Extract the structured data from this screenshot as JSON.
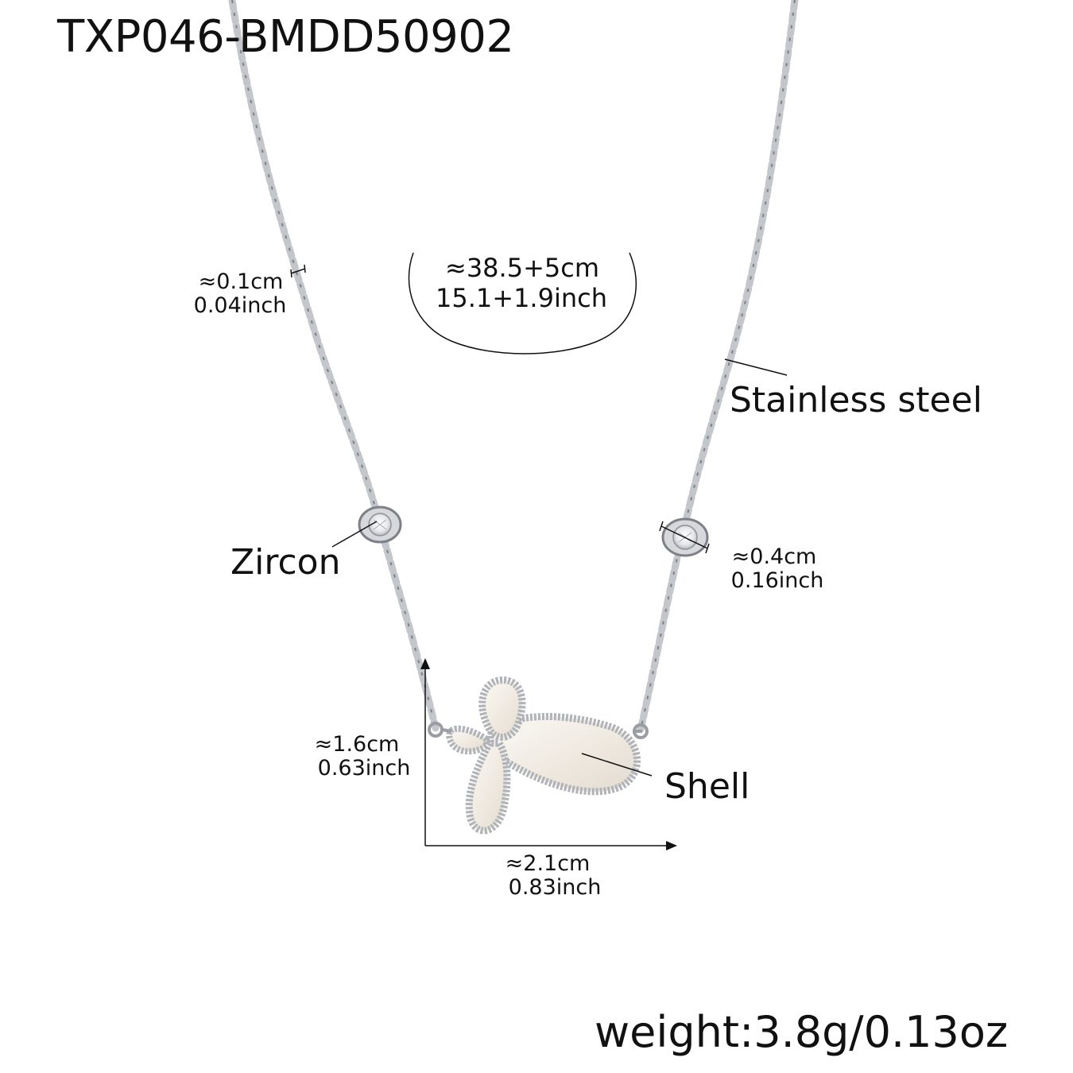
{
  "sku": "TXP046-BMDD50902",
  "necklace_length": {
    "metric": "≈38.5+5cm",
    "imperial": "15.1+1.9inch"
  },
  "chain_width": {
    "metric": "≈0.1cm",
    "imperial": "0.04inch"
  },
  "zircon_size": {
    "metric": "≈0.4cm",
    "imperial": "0.16inch"
  },
  "pendant_height": {
    "metric": "≈1.6cm",
    "imperial": "0.63inch"
  },
  "pendant_width": {
    "metric": "≈2.1cm",
    "imperial": "0.83inch"
  },
  "callouts": {
    "chain_material": "Stainless steel",
    "stone": "Zircon",
    "inlay": "Shell"
  },
  "weight": "weight:3.8g/0.13oz",
  "colors": {
    "text": "#111111",
    "metal": "#b9bcc0",
    "metal_dark": "#7d8086",
    "shell": "#f4f0ea",
    "background": "#ffffff"
  }
}
